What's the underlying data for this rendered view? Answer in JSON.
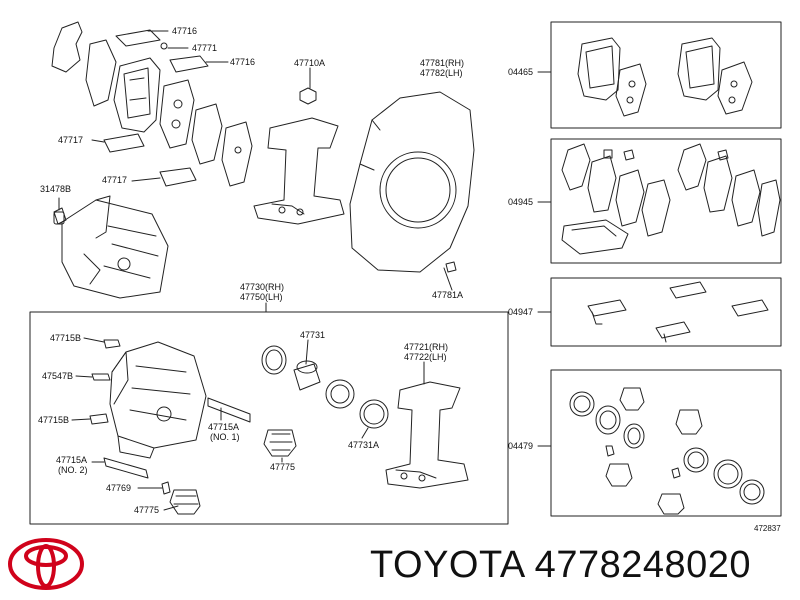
{
  "diagram": {
    "parts": {
      "p47716a": "47716",
      "p47771": "47771",
      "p47716b": "47716",
      "p47710a": "47710A",
      "p47781rh": "47781(RH)",
      "p47782lh": "47782(LH)",
      "p47717a": "47717",
      "p47717b": "47717",
      "p31478b": "31478B",
      "p47781a": "47781A",
      "p47730rh": "47730(RH)",
      "p47750lh": "47750(LH)",
      "p47715b_a": "47715B",
      "p47547b": "47547B",
      "p47715b_b": "47715B",
      "p47715a_1": "47715A",
      "p47715a_1n": "(NO. 1)",
      "p47715a_2": "47715A",
      "p47715a_2n": "(NO. 2)",
      "p47769": "47769",
      "p47775a": "47775",
      "p47775b": "47775",
      "p47731": "47731",
      "p47731a": "47731A",
      "p47721rh": "47721(RH)",
      "p47722lh": "47722(LH)"
    },
    "kits": {
      "k04465": "04465",
      "k04945": "04945",
      "k04947": "04947",
      "k04479": "04479"
    },
    "figure_number": "472837"
  },
  "brand": {
    "caption": "TOYOTA 4778248020",
    "logo_icon": "toyota-logo-icon",
    "logo_color": "#d0021b"
  }
}
